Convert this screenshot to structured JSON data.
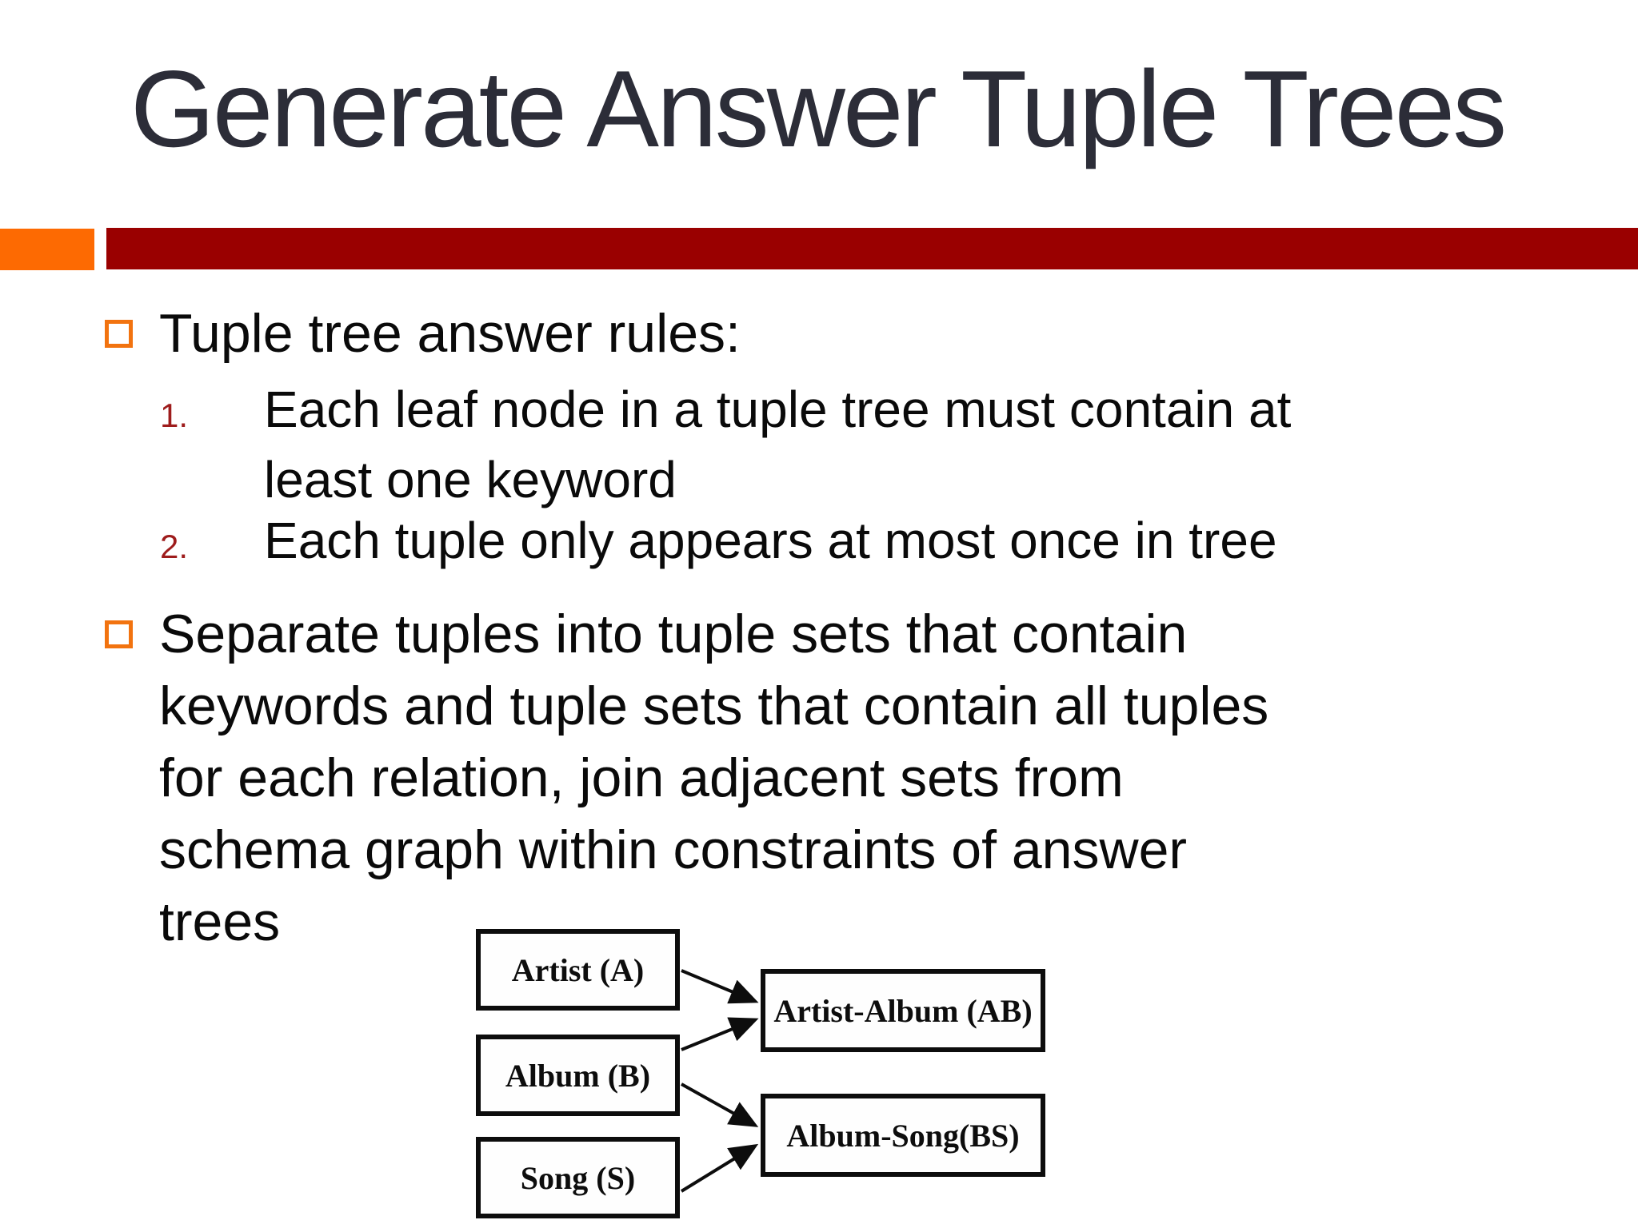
{
  "slide": {
    "title": "Generate Answer Tuple Trees",
    "colors": {
      "title_text": "#2c2d38",
      "accent_orange": "#fd6a02",
      "accent_dark_red": "#9a0000",
      "number_red": "#9e1c1c",
      "body_text": "#0a0a0a"
    },
    "bullet1": {
      "label": "Tuple tree answer rules:",
      "items": [
        {
          "number": "1.",
          "lines": [
            "Each leaf node in a tuple tree must contain at",
            "least one keyword"
          ]
        },
        {
          "number": "2.",
          "lines": [
            "Each tuple only appears at most once in tree"
          ]
        }
      ]
    },
    "bullet2": {
      "lines": [
        "Separate tuples into tuple sets that contain",
        "keywords and tuple sets that contain all tuples",
        "for each relation, join adjacent sets from",
        "schema graph within constraints of answer",
        "trees"
      ]
    },
    "diagram": {
      "left_boxes": [
        "Artist (A)",
        "Album (B)",
        "Song (S)"
      ],
      "right_boxes": [
        "Artist-Album (AB)",
        "Album-Song(BS)"
      ]
    }
  }
}
